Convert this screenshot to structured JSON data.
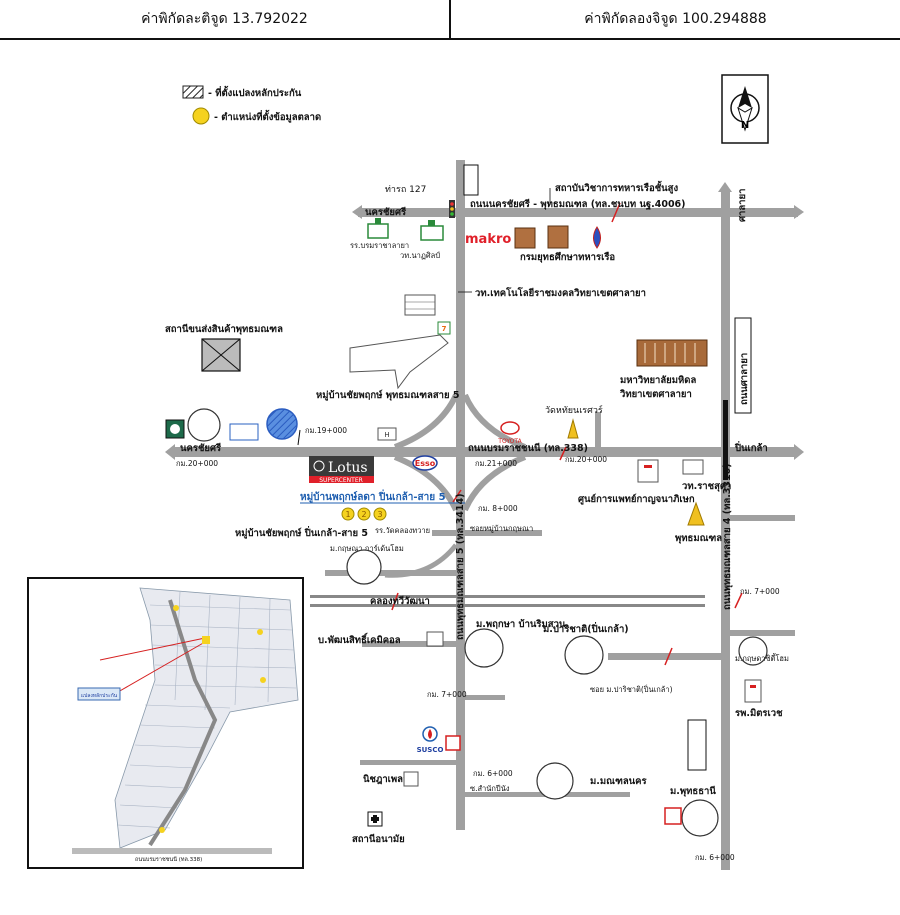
{
  "header": {
    "lat_label": "ค่าพิกัดละติจูด 13.792022",
    "lon_label": "ค่าพิกัดลองจิจูด 100.294888"
  },
  "legend": {
    "plot_label": "- ที่ตั้งแปลงหลักประกัน",
    "market_label": "- ตำแหน่งที่ตั้งข้อมูลตลาด",
    "market_color": "#f5d21f"
  },
  "colors": {
    "road": "#a0a0a0",
    "blue_text": "#1f5fb0",
    "red": "#d62020",
    "makro_red": "#e0202a"
  },
  "compass": {
    "letter": "N"
  },
  "labels": {
    "tha_127": "ท่ารถ 127",
    "nakhonchaisri_road": "ถนนนครชัยศรี - พุทธมณฑล (ทล.ชนบท นฐ.4006)",
    "naval_institute": "สถาบันวิชาการทหารเรือชั้นสูง",
    "to_nakhonchaisri_top": "นครชัยศรี",
    "to_salaya_right": "ศาลายา",
    "school_borom": "รร.บรมราชาลายา",
    "college_nattasin": "วท.นาฏศิลป์",
    "makro": "makro",
    "navy_education": "กรมยุทธศึกษาทหารเรือ",
    "rmut_college": "วท.เทคโนโลยีราชมงคลวิทยาเขตศาลายา",
    "buddhamonthon_transport": "สถานีขนส่งสินค้าพุทธมณฑล",
    "village_5_top": "หมู่บ้านชัยพฤกษ์ พุทธมณฑลสาย 5",
    "mahidol": "มหาวิทยาลัยมหิดล",
    "mahidol_campus": "วิทยาเขตศาลายา",
    "wat_hua": "วัดหทัยนเรศวร์",
    "km_19": "กม.19+000",
    "km_20_left": "กม.20+000",
    "km_21": "กม.21+000",
    "km_20_right": "กม.20+000",
    "km_8": "กม. 8+000",
    "km_7_right": "กม. 7+000",
    "km_7_left": "กม. 7+000",
    "km_6_mid": "กม. 6+000",
    "km_6_right": "กม. 6+000",
    "to_nakhonchaisri_left": "นครชัยศรี",
    "borommarajonani_road": "ถนนบรมราชชนนี (ทล.338)",
    "to_pinklao": "ปิ่นเกล้า",
    "toyota": "TOYOTA",
    "lotus": "Lotus",
    "lotus_sub": "SUPERCENTER",
    "esso": "Esso",
    "village_pruksa": "หมู่บ้านพฤกษ์ลดา ปิ่นเกล้า-สาย 5",
    "village_chaipruk": "หมู่บ้านชัยพฤกษ์ ปิ่นเกล้า-สาย 5",
    "school_watkhlong": "รร.วัดคลองทวาย",
    "soi_kanokpruk": "ซอยหมู่บ้านกฤษณา",
    "ratchasuda": "วท.ราชสุดา",
    "medical_center": "ศูนย์การแพทย์กาญจนาภิเษก",
    "buddhamonthon": "พุทธมณฑล",
    "salaya_road_v": "ถนนศาลายา",
    "buddhamonthon4": "ถนนพุทธมณฑลสาย 4 (ทล.3310)",
    "buddhamonthon5": "ถนนพุทธมณฑลสาย 5 (ทล.3414)",
    "kritsada_garden": "ม.กฤษณา การ์เด้นโฮม",
    "khlong_mahasawat": "คลองทวีวัฒนา",
    "phatsakon": "บ.พัฒนสิทธิ์เคมิคอล",
    "pruksa_ville": "ม.พฤกษา บ้านริมสวน",
    "pricha": "ม.ปาริชาติ(ปิ่นเกล้า)",
    "soi_pricha": "ซอย ม.ปาริชาติ(ปิ่นเกล้า)",
    "krisda_home": "ม.กฤษดาซิตี้โฮม",
    "mittraphap": "รพ.มิตรเวช",
    "susco": "SUSCO",
    "nichada": "นิชฎาเพลส",
    "mueang": "ม.มณฑลนคร",
    "police": "สถานีอนามัย",
    "sor_sample": "ซ.สำนักปีนัง",
    "phuttha_thani": "ม.พุทธธานี",
    "inset_road": "ถนนบรมราชชนนี (ทล.338)",
    "inset_plot": "แปลงหลักประกัน"
  }
}
